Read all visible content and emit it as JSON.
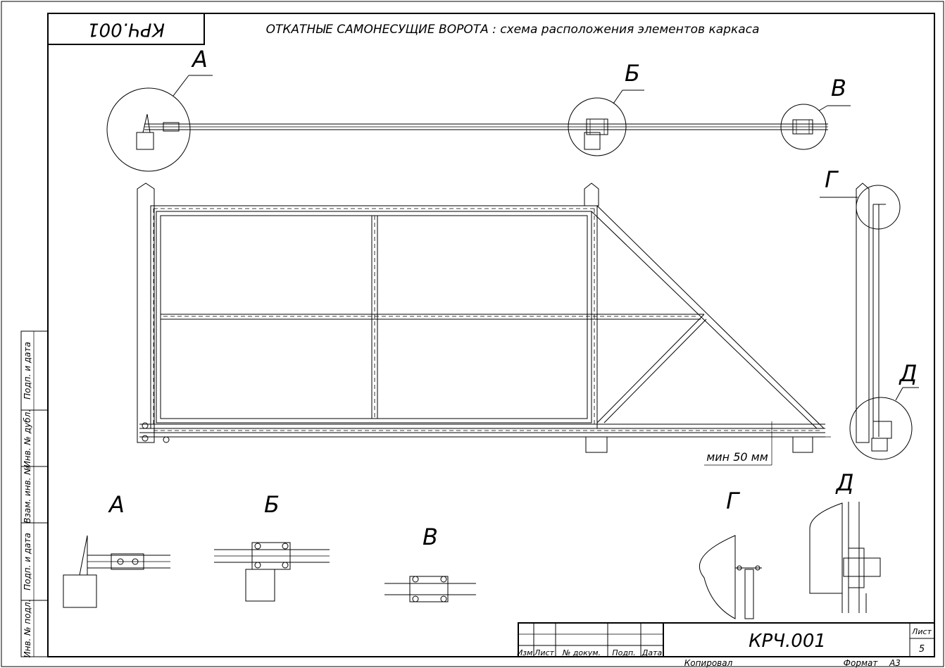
{
  "sheet": {
    "code_upside": "КРЧ.001",
    "title": "ОТКАТНЫЕ САМОНЕСУЩИЕ ВОРОТА : схема расположения элементов каркаса",
    "dimension_note": "мин 50 мм"
  },
  "callouts": {
    "top": [
      "А",
      "Б",
      "В"
    ],
    "side": [
      "Г",
      "Д"
    ]
  },
  "details": [
    "А",
    "Б",
    "В",
    "Г",
    "Д"
  ],
  "side_stamp": [
    "Подп. и дата",
    "Инв. № дубл.",
    "Взам. инв. №",
    "Подп. и дата",
    "Инв. № подл."
  ],
  "title_block": {
    "headers": [
      "Изм.",
      "Лист",
      "№ докум.",
      "Подп.",
      "Дата"
    ],
    "code": "КРЧ.001",
    "sheet_label": "Лист",
    "sheet_number": "5",
    "copied": "Копировал",
    "format": "Формат",
    "format_value": "А3"
  }
}
